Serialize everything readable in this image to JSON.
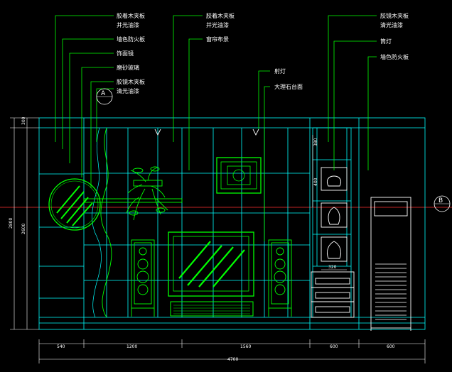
{
  "callouts_left": [
    "胶着木夹板",
    "并光油漆",
    "墙色防火板",
    "饰面镜",
    "磨砂玻璃",
    "胶镜木夹板",
    "清光油漆"
  ],
  "callouts_mid": [
    "胶着木夹板",
    "并光油漆",
    "窗帘布景",
    "射灯",
    "大理石台面"
  ],
  "callouts_right": [
    "胶镜木夹板",
    "清光油漆",
    "筒灯",
    "墙色防火板"
  ],
  "section_markers": [
    "A",
    "B"
  ],
  "dims_bottom": [
    "540",
    "1200",
    "1560",
    "600",
    "600"
  ],
  "dim_total": "4700",
  "dims_left": [
    "300",
    "2800",
    "2600"
  ],
  "dims_cabinet": [
    "380",
    "400",
    "320"
  ],
  "colors": {
    "background": "#000000",
    "structure": "#00ffff",
    "furniture": "#00ff00",
    "section_line": "#ff0000",
    "leader": "#ffffff"
  }
}
